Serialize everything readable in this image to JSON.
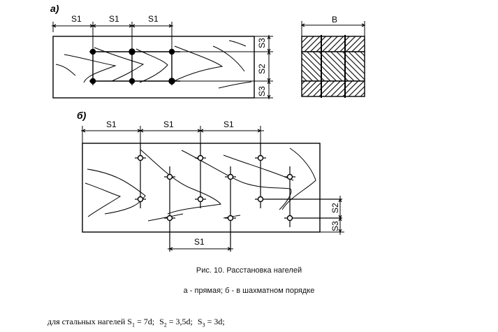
{
  "diagram_a": {
    "label": "а)",
    "dims_top": [
      "S1",
      "S1",
      "S1"
    ],
    "dims_right": [
      "S3",
      "S2",
      "S3"
    ],
    "section_label": "B"
  },
  "diagram_b": {
    "label": "б)",
    "dims_top": [
      "S1",
      "S1",
      "S1"
    ],
    "dims_right": [
      "S2",
      "S3"
    ],
    "dim_bottom": "S1"
  },
  "caption": {
    "title": "Рис. 10. Расстановка нагелей",
    "subtitle": "а - прямая; б - в шахматном порядке"
  },
  "formula": {
    "prefix": "для стальных нагелей",
    "s1": "S",
    "s1_sub": "1",
    "s1_val": " = 7d;",
    "s2": "S",
    "s2_sub": "2",
    "s2_val": " = 3,5d;",
    "s3": "S",
    "s3_sub": "3",
    "s3_val": " = 3d;"
  }
}
